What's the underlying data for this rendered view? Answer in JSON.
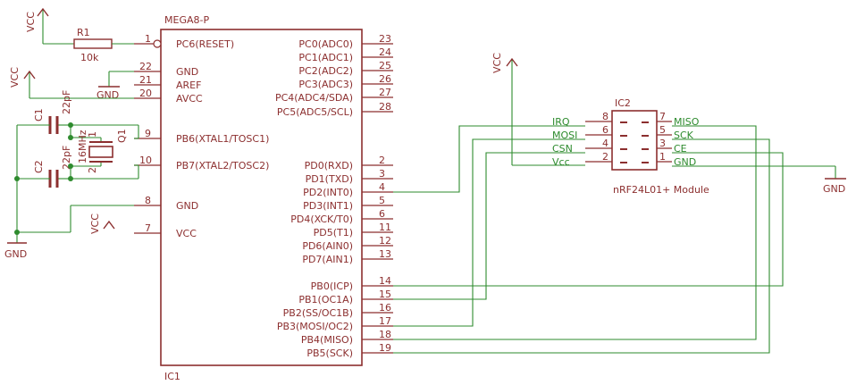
{
  "ic1": {
    "name": "MEGA8-P",
    "ref": "IC1",
    "left_pins": [
      {
        "num": "1",
        "label": "PC6(RESET)"
      },
      {
        "num": "22",
        "label": "GND"
      },
      {
        "num": "21",
        "label": "AREF"
      },
      {
        "num": "20",
        "label": "AVCC"
      },
      {
        "num": "9",
        "label": "PB6(XTAL1/TOSC1)"
      },
      {
        "num": "10",
        "label": "PB7(XTAL2/TOSC2)"
      },
      {
        "num": "8",
        "label": "GND"
      },
      {
        "num": "7",
        "label": "VCC"
      }
    ],
    "right_pins": [
      {
        "num": "23",
        "label": "PC0(ADC0)"
      },
      {
        "num": "24",
        "label": "PC1(ADC1)"
      },
      {
        "num": "25",
        "label": "PC2(ADC2)"
      },
      {
        "num": "26",
        "label": "PC3(ADC3)"
      },
      {
        "num": "27",
        "label": "PC4(ADC4/SDA)"
      },
      {
        "num": "28",
        "label": "PC5(ADC5/SCL)"
      },
      {
        "num": "2",
        "label": "PD0(RXD)"
      },
      {
        "num": "3",
        "label": "PD1(TXD)"
      },
      {
        "num": "4",
        "label": "PD2(INT0)"
      },
      {
        "num": "5",
        "label": "PD3(INT1)"
      },
      {
        "num": "6",
        "label": "PD4(XCK/T0)"
      },
      {
        "num": "11",
        "label": "PD5(T1)"
      },
      {
        "num": "12",
        "label": "PD6(AIN0)"
      },
      {
        "num": "13",
        "label": "PD7(AIN1)"
      },
      {
        "num": "14",
        "label": "PB0(ICP)"
      },
      {
        "num": "15",
        "label": "PB1(OC1A)"
      },
      {
        "num": "16",
        "label": "PB2(SS/OC1B)"
      },
      {
        "num": "17",
        "label": "PB3(MOSI/OC2)"
      },
      {
        "num": "18",
        "label": "PB4(MISO)"
      },
      {
        "num": "19",
        "label": "PB5(SCK)"
      }
    ]
  },
  "ic2": {
    "ref": "IC2",
    "name": "nRF24L01+ Module",
    "left_pins": [
      {
        "num": "8",
        "label": "IRQ"
      },
      {
        "num": "6",
        "label": "MOSI"
      },
      {
        "num": "4",
        "label": "CSN"
      },
      {
        "num": "2",
        "label": "Vcc"
      }
    ],
    "right_pins": [
      {
        "num": "7",
        "label": "MISO"
      },
      {
        "num": "5",
        "label": "SCK"
      },
      {
        "num": "3",
        "label": "CE"
      },
      {
        "num": "1",
        "label": "GND"
      }
    ]
  },
  "r1": {
    "ref": "R1",
    "value": "10k"
  },
  "c1": {
    "ref": "C1",
    "value": "22pF"
  },
  "c2": {
    "ref": "C2",
    "value": "22pF"
  },
  "q1": {
    "ref": "Q1",
    "value": "16MHz",
    "pin1": "1",
    "pin2": "2"
  },
  "net_vcc": "VCC",
  "net_gnd": "GND"
}
